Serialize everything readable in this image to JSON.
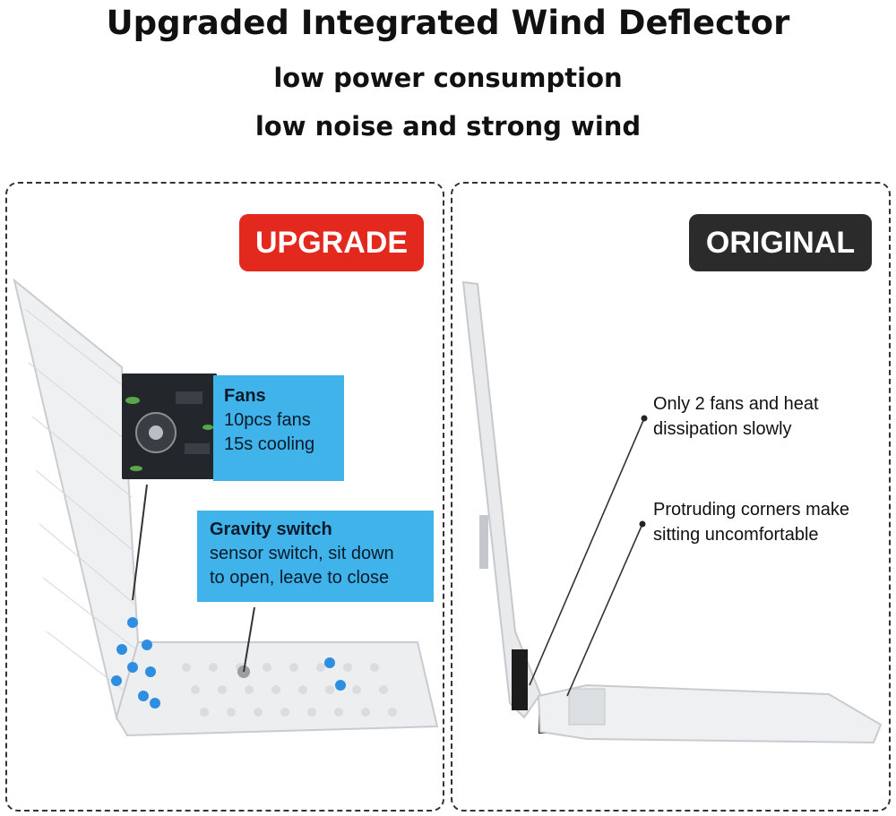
{
  "header": {
    "title": "Upgraded Integrated Wind Deflector",
    "subtitle_line1": "low power consumption",
    "subtitle_line2": "low noise and strong wind"
  },
  "upgrade_panel": {
    "tag": "UPGRADE",
    "fans_box": {
      "title": "Fans",
      "line1": "10pcs fans",
      "line2": "15s cooling"
    },
    "gravity_box": {
      "title": "Gravity switch",
      "line1": "sensor switch, sit down",
      "line2": "to open, leave to close"
    }
  },
  "original_panel": {
    "tag": "ORIGINAL",
    "note1_line1": "Only 2 fans and heat",
    "note1_line2": "dissipation slowly",
    "note2_line1": "Protruding corners make",
    "note2_line2": "sitting uncomfortable"
  },
  "colors": {
    "upgrade_tag": "#e3281e",
    "original_tag": "#2b2b2b",
    "callout_box": "#3fb3ea",
    "fan_icon": "#2e8fe0"
  }
}
